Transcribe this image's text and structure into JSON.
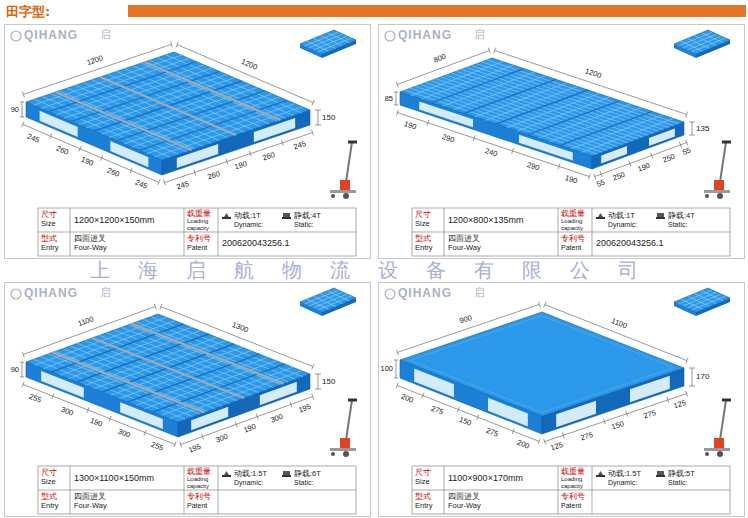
{
  "diagram": {
    "nodes": [
      {
        "text": [
          "田字型:"
        ]
      }
    ],
    "labels": [
      "QIHANG",
      "启",
      "1200",
      "1200",
      "150",
      "90",
      "245",
      "260",
      "190",
      "260",
      "245",
      "245",
      "260",
      "190",
      "260",
      "245",
      "尺寸",
      "Size",
      "1200×1200×150mm",
      "载重量",
      "Loading capacity",
      "动载:1T",
      "Dynamic:",
      "静载:4T",
      "Static:",
      "型式",
      "Entry",
      "四面进叉",
      "Four-Way",
      "专利号",
      "Patent",
      "200620043256.1",
      "QIHANG",
      "启",
      "800",
      "1200",
      "135",
      "85",
      "190",
      "290",
      "240",
      "290",
      "190",
      "55",
      "250",
      "190",
      "250",
      "55",
      "尺寸",
      "Size",
      "1200×800×135mm",
      "载重量",
      "Loading capacity",
      "动载:1T",
      "Dynamic:",
      "静载:4T",
      "Static:",
      "型式",
      "Entry",
      "四面进叉",
      "Four-Way",
      "专利号",
      "Patent",
      "200620043256.1",
      "QIHANG",
      "启",
      "1100",
      "1300",
      "150",
      "90",
      "255",
      "300",
      "190",
      "300",
      "255",
      "195",
      "300",
      "190",
      "300",
      "195",
      "尺寸",
      "Size",
      "1300×1100×150mm",
      "载重量",
      "Loading capacity",
      "动载:1.5T",
      "Dynamic:",
      "静载:6T",
      "Static:",
      "型式",
      "Entry",
      "四面进叉",
      "Four-Way",
      "专利号",
      "Patent",
      "QIHANG",
      "启",
      "900",
      "1100",
      "170",
      "100",
      "200",
      "275",
      "150",
      "275",
      "200",
      "125",
      "275",
      "150",
      "275",
      "125",
      "尺寸",
      "Size",
      "1100×900×170mm",
      "载重量",
      "Loading capacity",
      "动载:1.5T",
      "Dynamic:",
      "静载:5T",
      "Static:",
      "型式",
      "Entry",
      "四面进叉",
      "Four-Way",
      "专利号",
      "Patent",
      "上海启航物流设备有限公司"
    ]
  }
}
